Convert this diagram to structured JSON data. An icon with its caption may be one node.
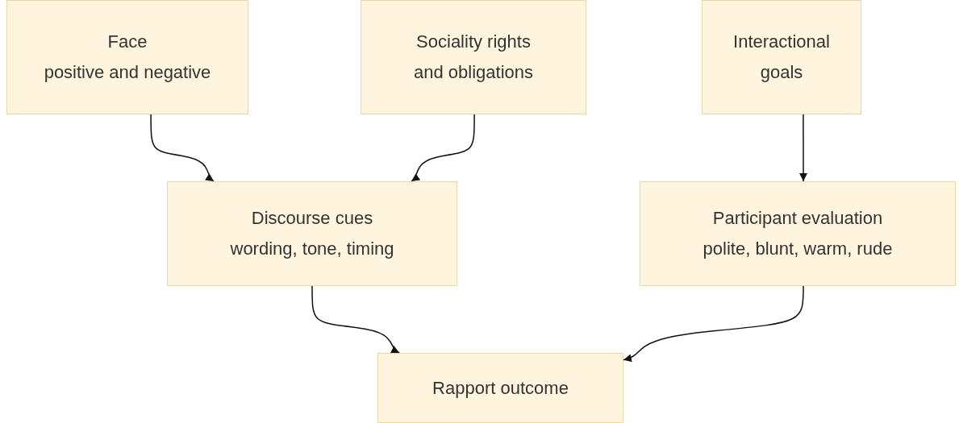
{
  "diagram": {
    "nodes": [
      {
        "text": [
          "Face",
          "positive and negative"
        ]
      },
      {
        "text": [
          "Sociality rights",
          "and obligations"
        ]
      },
      {
        "text": [
          "Interactional",
          "goals"
        ]
      },
      {
        "text": [
          "Discourse cues",
          "wording, tone, timing"
        ]
      },
      {
        "text": [
          "Participant evaluation",
          "polite, blunt, warm, rude"
        ]
      },
      {
        "text": [
          "Rapport outcome"
        ]
      }
    ],
    "edges": [
      {
        "from": 0,
        "to": 3,
        "arrow": "to"
      },
      {
        "from": 1,
        "to": 3,
        "arrow": "to"
      },
      {
        "from": 2,
        "to": 4,
        "arrow": "to"
      },
      {
        "from": 3,
        "to": 5,
        "arrow": "to"
      },
      {
        "from": 4,
        "to": 5,
        "arrow": "to"
      }
    ]
  }
}
